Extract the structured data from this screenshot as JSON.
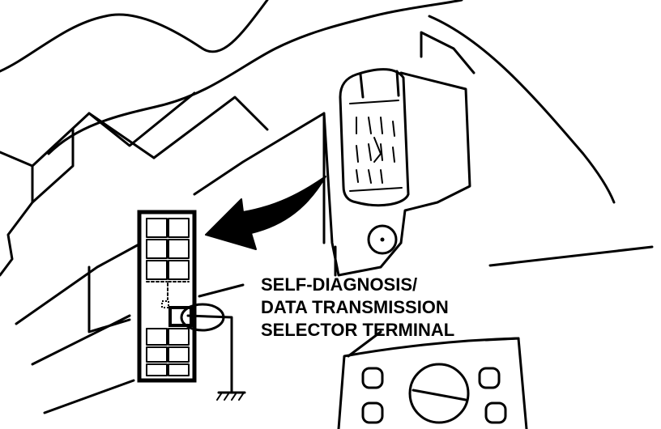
{
  "callout": {
    "line1": "SELF-DIAGNOSIS/",
    "line2": "DATA TRANSMISSION",
    "line3": "SELECTOR TERMINAL"
  }
}
